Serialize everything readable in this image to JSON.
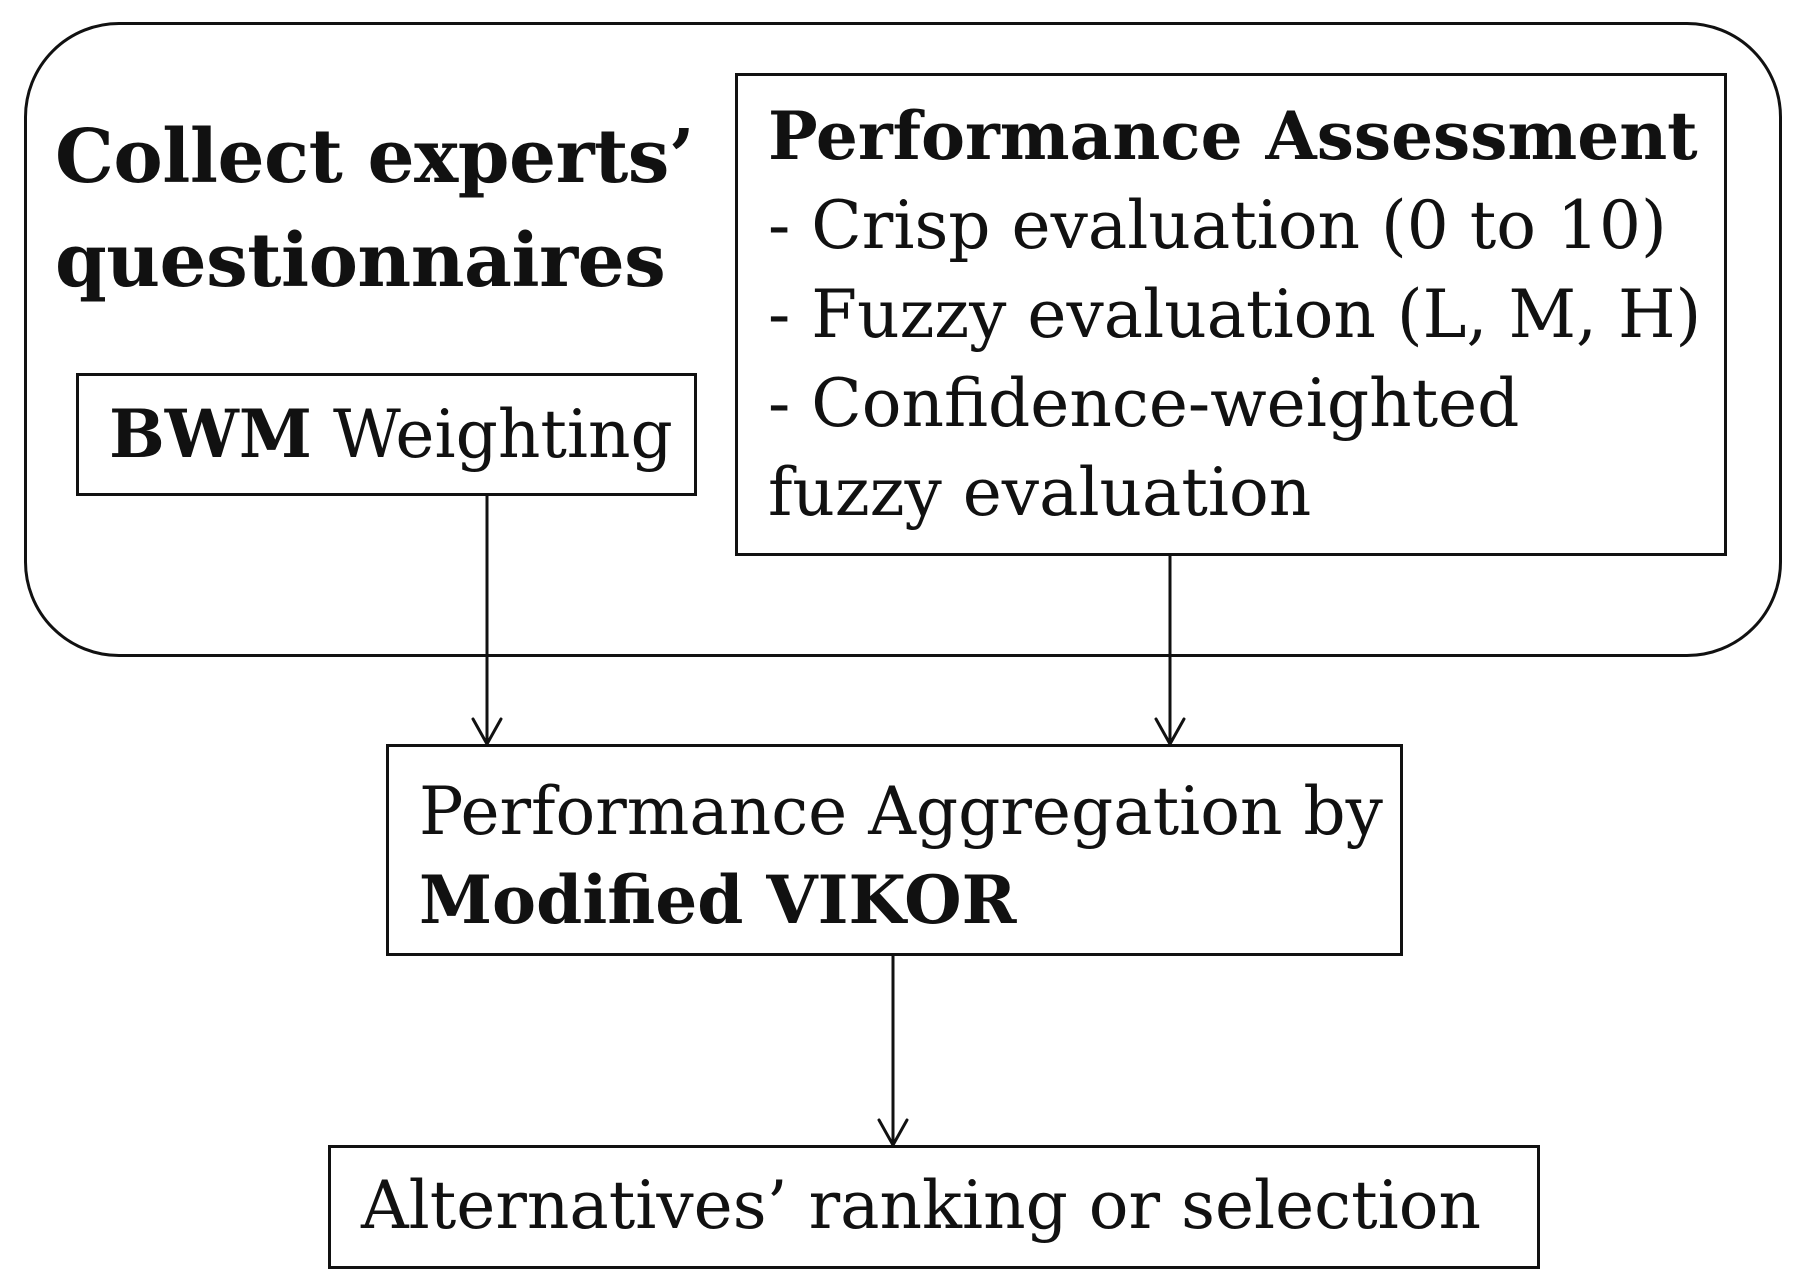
{
  "outer_group": {
    "title_line1": "Collect experts’",
    "title_line2": "questionnaires"
  },
  "bwm": {
    "bold": "BWM",
    "text": " Weighting"
  },
  "performance_assessment": {
    "heading": "Performance Assessment",
    "lines": [
      "- Crisp evaluation (0 to 10)",
      "- Fuzzy evaluation (L, M, H)",
      "- Confidence-weighted",
      "fuzzy evaluation"
    ]
  },
  "aggregation": {
    "line1": "Performance Aggregation by",
    "line2_bold": "Modified VIKOR"
  },
  "ranking": {
    "text": "Alternatives’ ranking or selection"
  }
}
